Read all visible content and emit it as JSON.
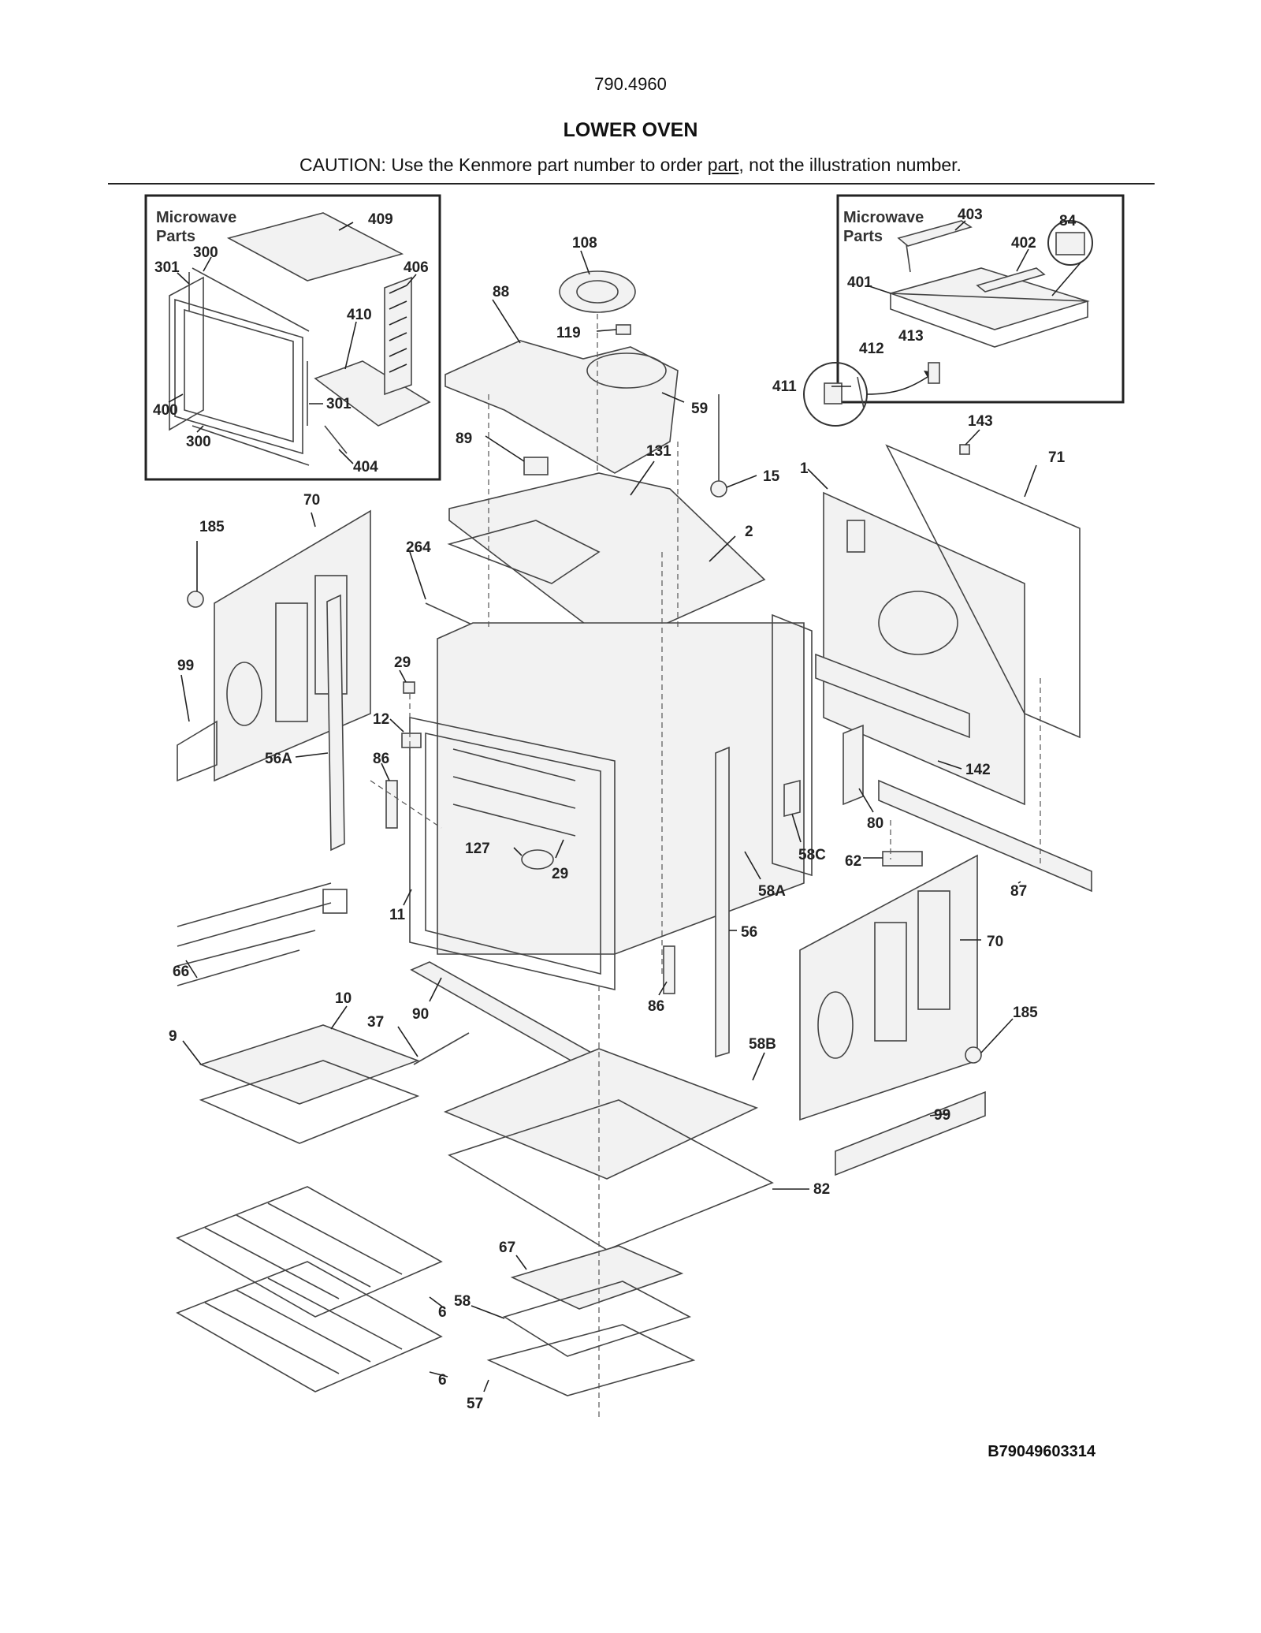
{
  "header": {
    "model_number": "790.4960",
    "section_title": "LOWER OVEN",
    "caution_prefix": "CAUTION: Use the Kenmore part number to order ",
    "caution_underlined": "part",
    "caution_suffix": ", not the illustration number."
  },
  "microwave_box_left": {
    "title_line1": "Microwave",
    "title_line2": "Parts",
    "parts": [
      "409",
      "300",
      "301",
      "406",
      "410",
      "400",
      "301",
      "300",
      "404"
    ]
  },
  "microwave_box_right": {
    "title_line1": "Microwave",
    "title_line2": "Parts",
    "parts": [
      "403",
      "84",
      "402",
      "401",
      "412",
      "413",
      "411"
    ]
  },
  "callouts": [
    "108",
    "88",
    "119",
    "59",
    "89",
    "131",
    "15",
    "143",
    "71",
    "1",
    "2",
    "70",
    "185",
    "264",
    "29",
    "99",
    "12",
    "56A",
    "86",
    "142",
    "80",
    "127",
    "29",
    "58C",
    "62",
    "58A",
    "87",
    "11",
    "56",
    "70",
    "66",
    "90",
    "86",
    "185",
    "10",
    "37",
    "9",
    "58B",
    "99",
    "82",
    "67",
    "58",
    "6",
    "6",
    "57"
  ],
  "footer": {
    "diagram_code": "B79049603314"
  }
}
